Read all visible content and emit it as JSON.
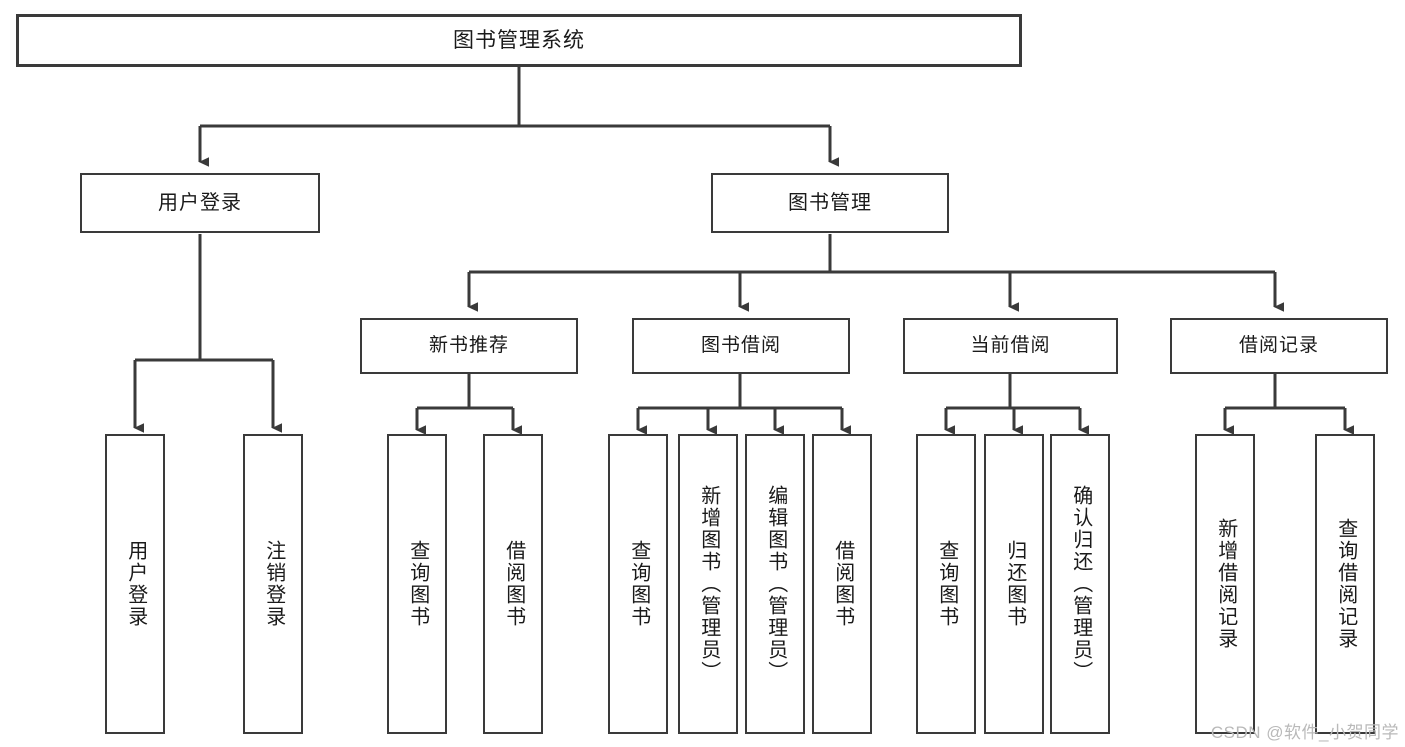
{
  "diagram": {
    "type": "tree",
    "title": "图书管理系统",
    "watermark": "CSDN @软件_小贺同学",
    "colors": {
      "stroke": "#3a3a3a",
      "fill": "#ffffff",
      "text": "#1a1a1a",
      "watermark": "#b9b9b9"
    },
    "root": {
      "label": "图书管理系统"
    },
    "level2": [
      {
        "label": "用户登录"
      },
      {
        "label": "图书管理"
      }
    ],
    "level3": [
      {
        "label": "新书推荐"
      },
      {
        "label": "图书借阅"
      },
      {
        "label": "当前借阅"
      },
      {
        "label": "借阅记录"
      }
    ],
    "leaves": {
      "user_login": [
        {
          "label": "用户登录"
        },
        {
          "label": "注销登录"
        }
      ],
      "new_book": [
        {
          "label": "查询图书"
        },
        {
          "label": "借阅图书"
        }
      ],
      "borrow_book": [
        {
          "label": "查询图书"
        },
        {
          "label": "新增图书（管理员）"
        },
        {
          "label": "编辑图书（管理员）"
        },
        {
          "label": "借阅图书"
        }
      ],
      "current_borrow": [
        {
          "label": "查询图书"
        },
        {
          "label": "归还图书"
        },
        {
          "label": "确认归还（管理员）"
        }
      ],
      "borrow_record": [
        {
          "label": "新增借阅记录"
        },
        {
          "label": "查询借阅记录"
        }
      ]
    }
  }
}
